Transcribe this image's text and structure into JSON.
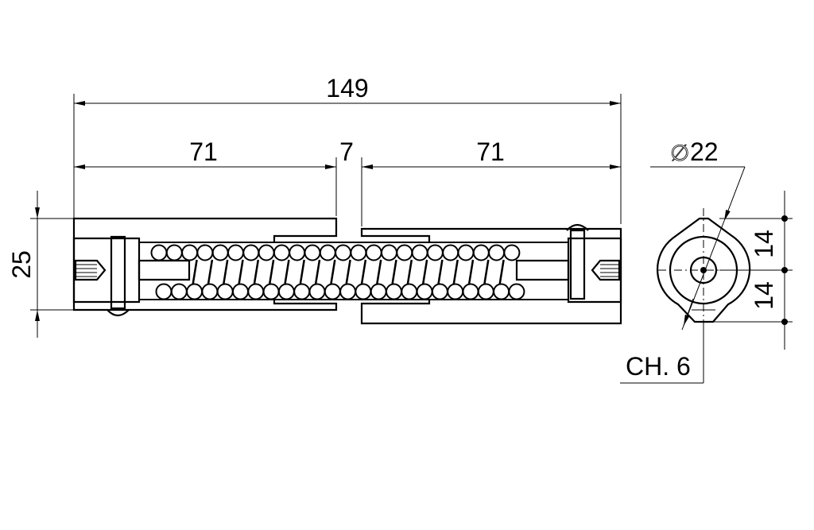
{
  "drawing": {
    "dimensions": {
      "overall_length": "149",
      "left_length": "71",
      "gap": "7",
      "right_length": "71",
      "height": "25",
      "diameter": "22",
      "diameter_symbol": "∅",
      "upper_offset": "14",
      "lower_offset": "14",
      "chamfer": "CH. 6"
    },
    "line_color": "#000000",
    "background": "#ffffff"
  }
}
